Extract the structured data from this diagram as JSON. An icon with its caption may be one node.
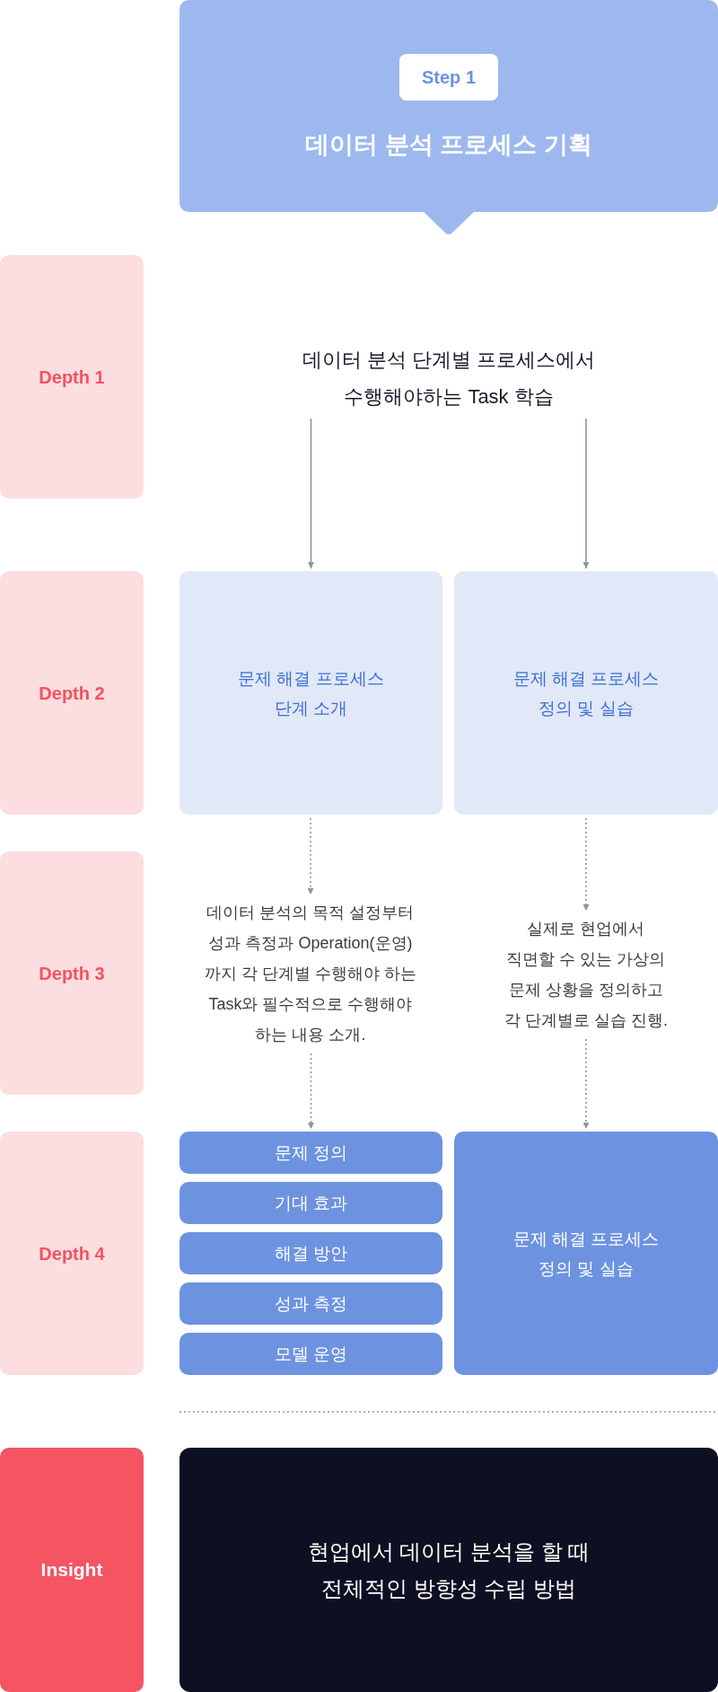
{
  "diagram": {
    "nodes": [
      {
        "text": [
          "데이터 분석 프로세스 기획"
        ]
      },
      {
        "text": [
          "Step 1"
        ],
        "in": 0
      },
      {
        "text": [
          "Depth 1"
        ]
      },
      {
        "text": [
          "데이터 분석 단계별 프로세스에서 수행해야하는 Task 학습"
        ]
      },
      {
        "text": [
          "Depth 2"
        ]
      },
      {
        "text": [
          "문제 해결 프로세스 단계 소개"
        ]
      },
      {
        "text": [
          "문제 해결 프로세스 정의 및 실습"
        ]
      },
      {
        "text": [
          "Depth 3"
        ]
      },
      {
        "text": [
          "데이터 분석의 목적 설정부터 성과 측정과 Operation(운영)까지 각 단계별 수행해야 하는 Task와 필수적으로 수행해야 하는 내용 소개."
        ]
      },
      {
        "text": [
          "실제로 현업에서 직면할 수 있는 가상의 문제 상황을 정의하고 각 단계별로 실습 진행."
        ]
      },
      {
        "text": [
          "Depth 4"
        ]
      },
      {
        "text": [
          "문제 정의"
        ]
      },
      {
        "text": [
          "기대 효과"
        ]
      },
      {
        "text": [
          "해결 방안"
        ]
      },
      {
        "text": [
          "성과 측정"
        ]
      },
      {
        "text": [
          "모델 운영"
        ]
      },
      {
        "text": [
          "문제 해결 프로세스 정의 및 실습"
        ]
      },
      {
        "text": [
          "Insight"
        ]
      },
      {
        "text": [
          "현업에서 데이터 분석을 할 때 전체적인 방향성 수립 방법"
        ]
      }
    ],
    "edges": [
      {
        "from": 3,
        "to": 5,
        "arrow": "to"
      },
      {
        "from": 3,
        "to": 6,
        "arrow": "to"
      },
      {
        "from": 5,
        "to": 8,
        "arrow": "to",
        "style": "dashed"
      },
      {
        "from": 6,
        "to": 9,
        "arrow": "to",
        "style": "dashed"
      },
      {
        "from": 8,
        "to": 11,
        "arrow": "to",
        "style": "dashed"
      },
      {
        "from": 9,
        "to": 16,
        "arrow": "to",
        "style": "dashed"
      }
    ]
  }
}
